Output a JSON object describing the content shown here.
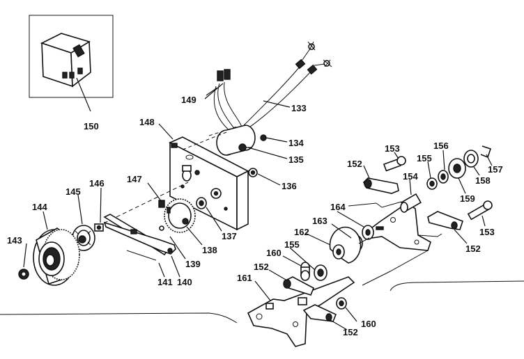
{
  "labels": {
    "l150": "150",
    "l149": "149",
    "l133": "133",
    "l148": "148",
    "l134": "134",
    "l135": "135",
    "l136": "136",
    "l147": "147",
    "l146": "146",
    "l145": "145",
    "l144": "144",
    "l143": "143",
    "l137": "137",
    "l138": "138",
    "l139": "139",
    "l141": "141",
    "l140": "140",
    "l153a": "153",
    "l152a": "152",
    "l154": "154",
    "l155a": "155",
    "l156": "156",
    "l157": "157",
    "l158": "158",
    "l159": "159",
    "l153b": "153",
    "l152b": "152",
    "l164": "164",
    "l163": "163",
    "l162": "162",
    "l160a": "160",
    "l155b": "155",
    "l152c": "152",
    "l161": "161",
    "l160b": "160",
    "l152d": "152"
  }
}
